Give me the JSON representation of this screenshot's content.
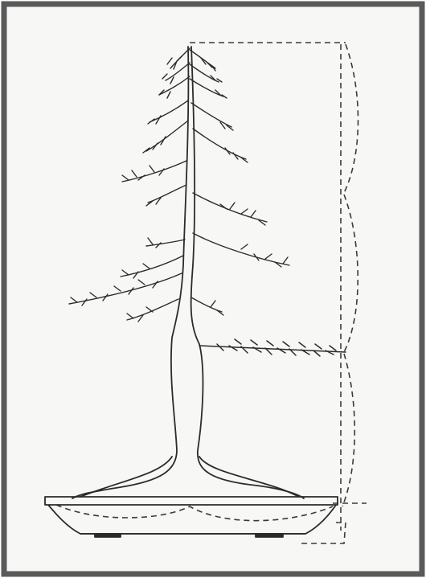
{
  "figure": {
    "subject": "bonsai-tree-proportion-diagram",
    "colors": {
      "background": "#f7f7f5",
      "frame": "#5a5a5a",
      "ink": "#2b2b2b",
      "guide": "#3a3a3a"
    },
    "proportion_guide": {
      "divisions": 3,
      "line_style": "dashed"
    }
  }
}
